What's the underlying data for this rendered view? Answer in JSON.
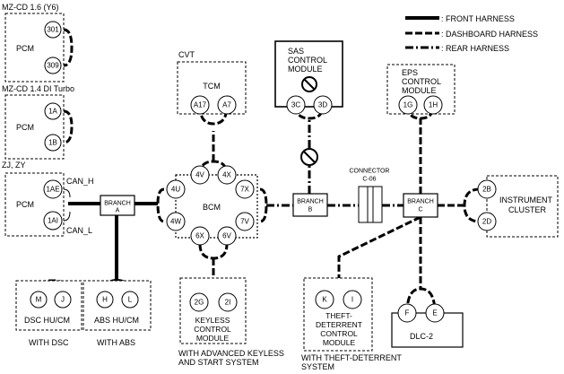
{
  "legend": {
    "front": ": FRONT HARNESS",
    "dashboard": ": DASHBOARD HARNESS",
    "rear": ": REAR HARNESS"
  },
  "pcm1": {
    "variant": "MZ-CD 1.6 (Y6)",
    "name": "PCM",
    "pins": [
      "301",
      "309"
    ]
  },
  "pcm2": {
    "variant": "MZ-CD 1.4 DI Turbo",
    "name": "PCM",
    "pins": [
      "1A",
      "1B"
    ]
  },
  "pcm3": {
    "variant": "ZJ, ZY",
    "name": "PCM",
    "pins": [
      "1AE",
      "1AI"
    ],
    "can_h": "CAN_H",
    "can_l": "CAN_L"
  },
  "tcm": {
    "variant": "CVT",
    "name": "TCM",
    "pins": [
      "A17",
      "A7"
    ]
  },
  "sas": {
    "name": [
      "SAS",
      "CONTROL",
      "MODULE"
    ],
    "pins": [
      "3C",
      "3D"
    ]
  },
  "eps": {
    "name": [
      "EPS",
      "CONTROL",
      "MODULE"
    ],
    "pins": [
      "1G",
      "1H"
    ]
  },
  "bcm": {
    "name": "BCM",
    "pins": [
      "4V",
      "4X",
      "4U",
      "7X",
      "4W",
      "7V",
      "6X",
      "6V"
    ]
  },
  "branch_a": [
    "BRANCH",
    "A"
  ],
  "branch_b": [
    "BRANCH",
    "B"
  ],
  "branch_c": [
    "BRANCH",
    "C"
  ],
  "connector": [
    "CONNECTOR",
    "C-06"
  ],
  "cluster": {
    "name": [
      "INSTRUMENT",
      "CLUSTER"
    ],
    "pins": [
      "2B",
      "2D"
    ]
  },
  "dsc": {
    "name": "DSC HU/CM",
    "pins": [
      "M",
      "J"
    ],
    "note": "WITH DSC"
  },
  "abs": {
    "name": "ABS HU/CM",
    "pins": [
      "H",
      "L"
    ],
    "note": "WITH ABS"
  },
  "keyless": {
    "name": [
      "KEYLESS",
      "CONTROL",
      "MODULE"
    ],
    "pins": [
      "2G",
      "2I"
    ],
    "note": [
      "WITH ADVANCED KEYLESS",
      "AND START SYSTEM"
    ]
  },
  "theft": {
    "name": [
      "THEFT-",
      "DETERRENT",
      "CONTROL",
      "MODULE"
    ],
    "pins": [
      "K",
      "I"
    ],
    "note": [
      "WITH THEFT-DETERRENT",
      "SYSTEM"
    ]
  },
  "dlc": {
    "name": "DLC-2",
    "pins": [
      "F",
      "E"
    ]
  }
}
